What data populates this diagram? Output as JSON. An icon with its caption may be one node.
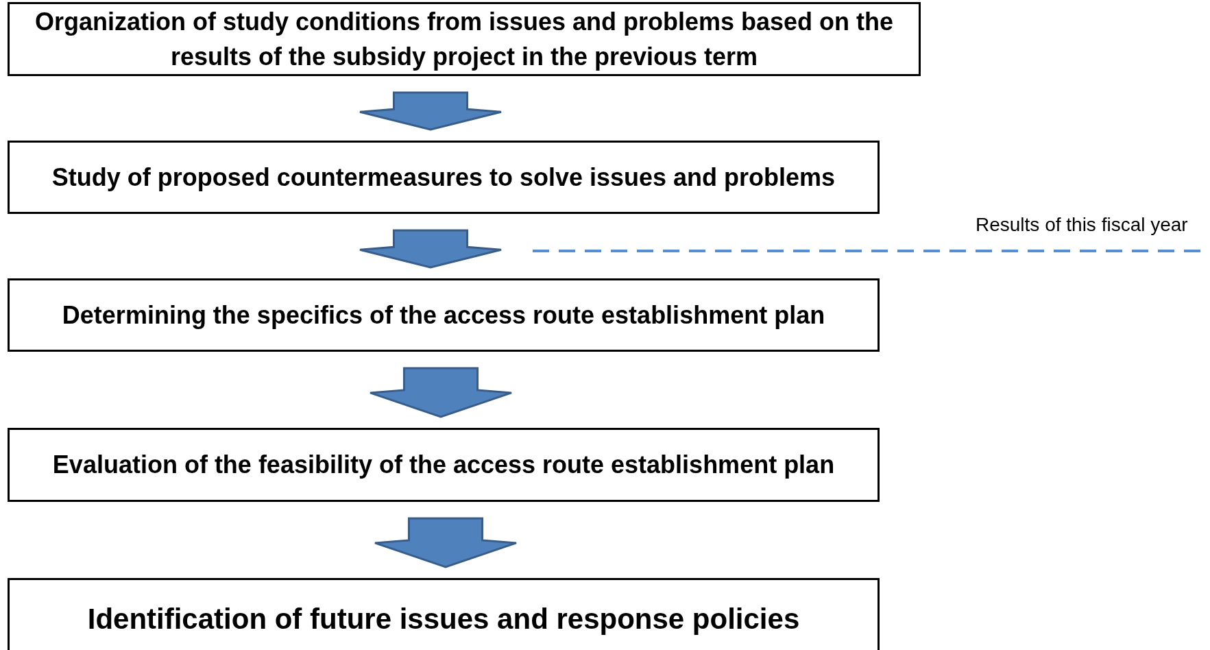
{
  "diagram": {
    "nodes": [
      {
        "text": [
          "Organization of study conditions from issues and problems based on the results of the subsidy project in the previous term"
        ]
      },
      {
        "text": [
          "Study of proposed countermeasures to solve issues and problems"
        ]
      },
      {
        "text": [
          "Determining the specifics of the access route establishment plan"
        ]
      },
      {
        "text": [
          "Evaluation of the feasibility of the access route establishment plan"
        ]
      },
      {
        "text": [
          "Identification of future issues and response policies"
        ]
      }
    ],
    "edges": [
      {
        "from": 0,
        "to": 1,
        "arrow": "to"
      },
      {
        "from": 1,
        "to": 2,
        "arrow": "to"
      },
      {
        "from": 2,
        "to": 3,
        "arrow": "to"
      },
      {
        "from": 3,
        "to": 4,
        "arrow": "to"
      }
    ],
    "labels": [
      "Results of this fiscal year"
    ]
  }
}
